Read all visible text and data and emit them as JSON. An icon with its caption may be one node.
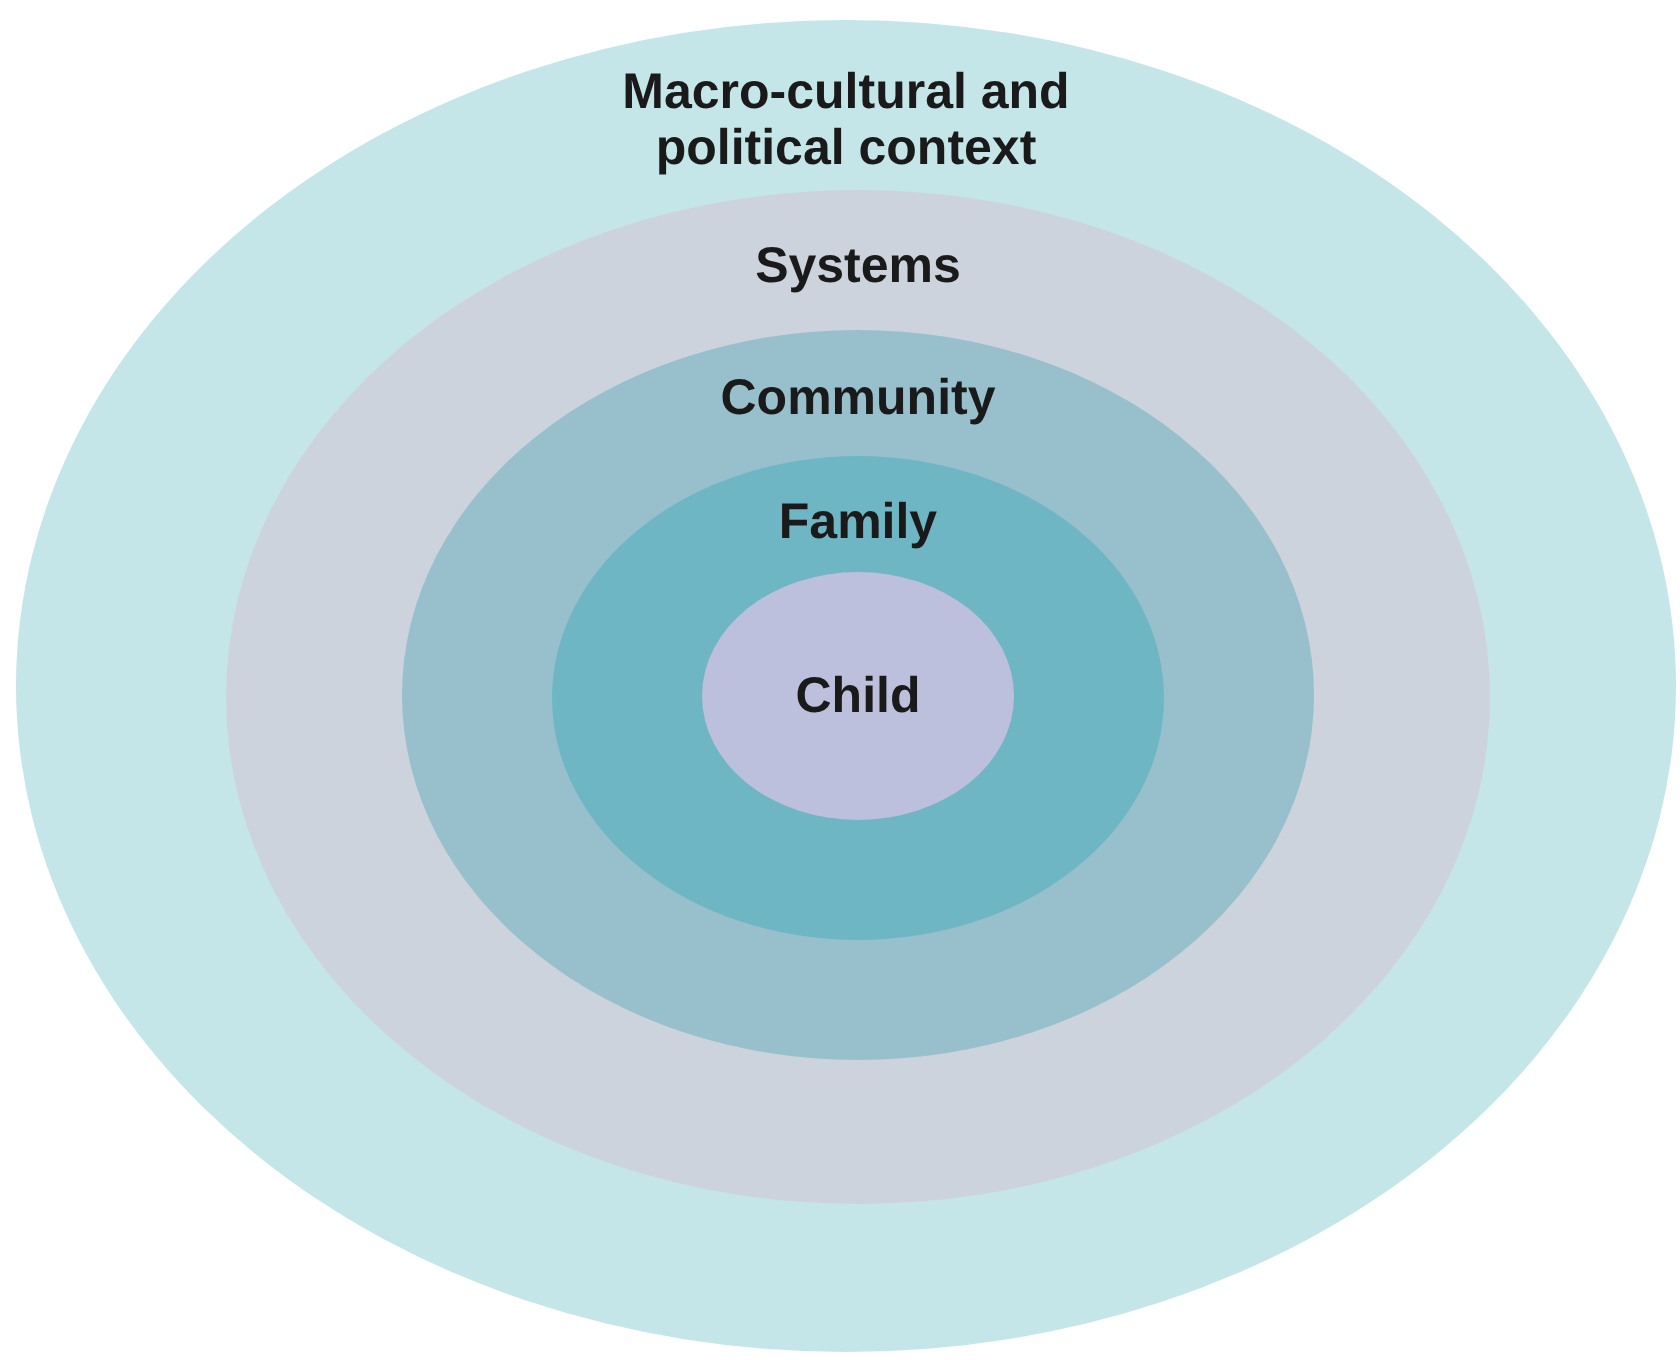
{
  "diagram": {
    "nodes": [
      {
        "text": [
          "Macro-cultural and political context"
        ]
      },
      {
        "text": [
          "Systems"
        ],
        "in": 0
      },
      {
        "text": [
          "Community"
        ],
        "in": 1
      },
      {
        "text": [
          "Family"
        ],
        "in": 2
      },
      {
        "text": [
          "Child"
        ],
        "in": 3
      }
    ]
  }
}
